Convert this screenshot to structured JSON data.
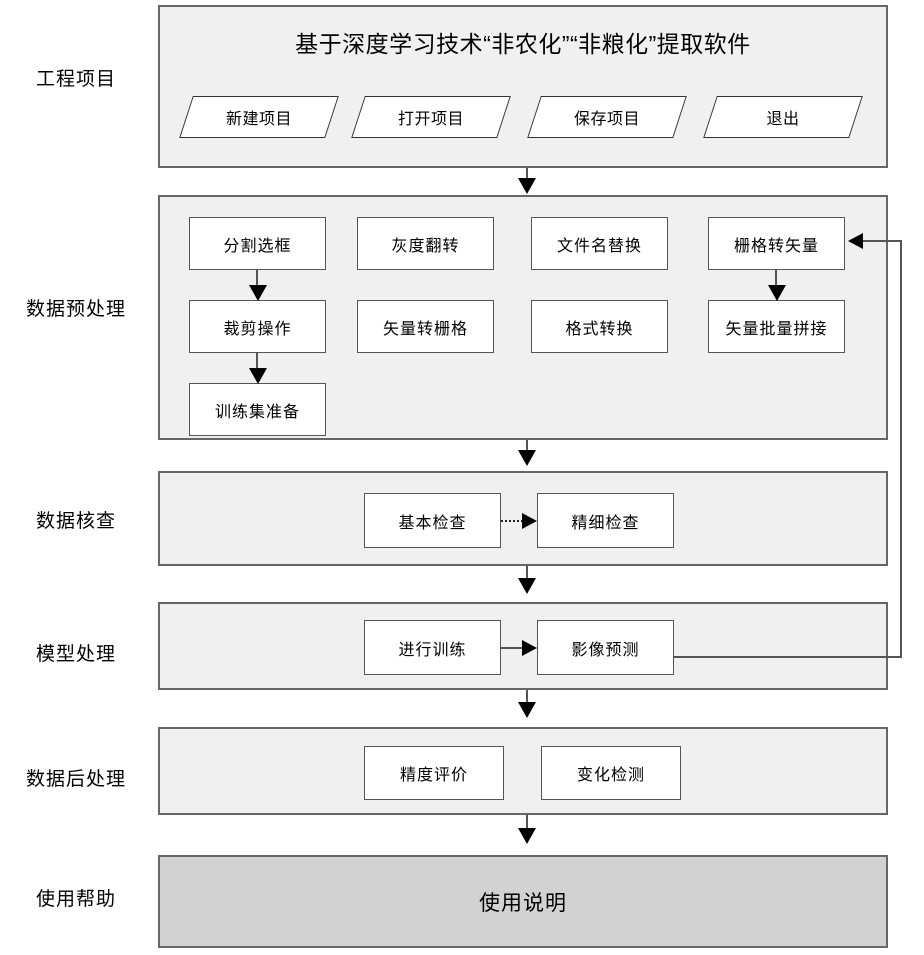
{
  "diagram": {
    "title": "基于深度学习技术“非农化”“非粮化”提取软件",
    "colors": {
      "section_fill": "#f0f0f0",
      "help_fill": "#d2d2d2",
      "section_border": "#666666",
      "box_border": "#555555",
      "connector": "#555555",
      "arrow": "#000000",
      "box_fill": "#ffffff",
      "page_background": "#ffffff"
    },
    "stages": [
      {
        "id": "project",
        "label": "工程项目"
      },
      {
        "id": "preprocess",
        "label": "数据预处理"
      },
      {
        "id": "inspection",
        "label": "数据核查"
      },
      {
        "id": "model",
        "label": "模型处理"
      },
      {
        "id": "postprocess",
        "label": "数据后处理"
      },
      {
        "id": "help",
        "label": "使用帮助"
      }
    ],
    "project_buttons": [
      {
        "id": "new",
        "label": "新建项目"
      },
      {
        "id": "open",
        "label": "打开项目"
      },
      {
        "id": "save",
        "label": "保存项目"
      },
      {
        "id": "exit",
        "label": "退出"
      }
    ],
    "preprocess_boxes": {
      "column1": [
        {
          "id": "segment-selection",
          "label": "分割选框"
        },
        {
          "id": "crop-operation",
          "label": "裁剪操作"
        },
        {
          "id": "trainset-prepare",
          "label": "训练集准备"
        }
      ],
      "column2": [
        {
          "id": "gray-invert",
          "label": "灰度翻转"
        },
        {
          "id": "vector-to-raster",
          "label": "矢量转栅格"
        }
      ],
      "column3": [
        {
          "id": "filename-replace",
          "label": "文件名替换"
        },
        {
          "id": "format-convert",
          "label": "格式转换"
        }
      ],
      "column4": [
        {
          "id": "raster-to-vector",
          "label": "栅格转矢量"
        },
        {
          "id": "vector-batch-merge",
          "label": "矢量批量拼接"
        }
      ]
    },
    "inspection_boxes": [
      {
        "id": "basic-check",
        "label": "基本检查"
      },
      {
        "id": "fine-check",
        "label": "精细检查"
      }
    ],
    "model_boxes": [
      {
        "id": "train",
        "label": "进行训练"
      },
      {
        "id": "predict",
        "label": "影像预测"
      }
    ],
    "postprocess_boxes": [
      {
        "id": "accuracy-eval",
        "label": "精度评价"
      },
      {
        "id": "change-detection",
        "label": "变化检测"
      }
    ],
    "help_box": {
      "id": "usage-instructions",
      "label": "使用说明"
    }
  },
  "chart_data": {
    "type": "diagram",
    "title": "基于深度学习技术“非农化”“非粮化”提取软件",
    "layout": "vertical flowchart with six labelled stages, top-to-bottom flow plus one feedback loop",
    "nodes": [
      {
        "stage": "工程项目",
        "items": [
          "新建项目",
          "打开项目",
          "保存项目",
          "退出"
        ]
      },
      {
        "stage": "数据预处理",
        "items": [
          "分割选框",
          "裁剪操作",
          "训练集准备",
          "灰度翻转",
          "矢量转栅格",
          "文件名替换",
          "格式转换",
          "栅格转矢量",
          "矢量批量拼接"
        ]
      },
      {
        "stage": "数据核查",
        "items": [
          "基本检查",
          "精细检查"
        ]
      },
      {
        "stage": "模型处理",
        "items": [
          "进行训练",
          "影像预测"
        ]
      },
      {
        "stage": "数据后处理",
        "items": [
          "精度评价",
          "变化检测"
        ]
      },
      {
        "stage": "使用帮助",
        "items": [
          "使用说明"
        ]
      }
    ],
    "edges": [
      {
        "from": "工程项目",
        "to": "数据预处理",
        "style": "solid"
      },
      {
        "from": "数据预处理",
        "to": "数据核查",
        "style": "solid"
      },
      {
        "from": "数据核查",
        "to": "模型处理",
        "style": "solid"
      },
      {
        "from": "模型处理",
        "to": "数据后处理",
        "style": "solid"
      },
      {
        "from": "数据后处理",
        "to": "使用帮助",
        "style": "solid"
      },
      {
        "from": "分割选框",
        "to": "裁剪操作",
        "style": "solid"
      },
      {
        "from": "裁剪操作",
        "to": "训练集准备",
        "style": "solid"
      },
      {
        "from": "栅格转矢量",
        "to": "矢量批量拼接",
        "style": "solid"
      },
      {
        "from": "基本检查",
        "to": "精细检查",
        "style": "dotted"
      },
      {
        "from": "进行训练",
        "to": "影像预测",
        "style": "solid"
      },
      {
        "from": "影像预测",
        "to": "栅格转矢量",
        "style": "solid feedback loop"
      }
    ]
  }
}
